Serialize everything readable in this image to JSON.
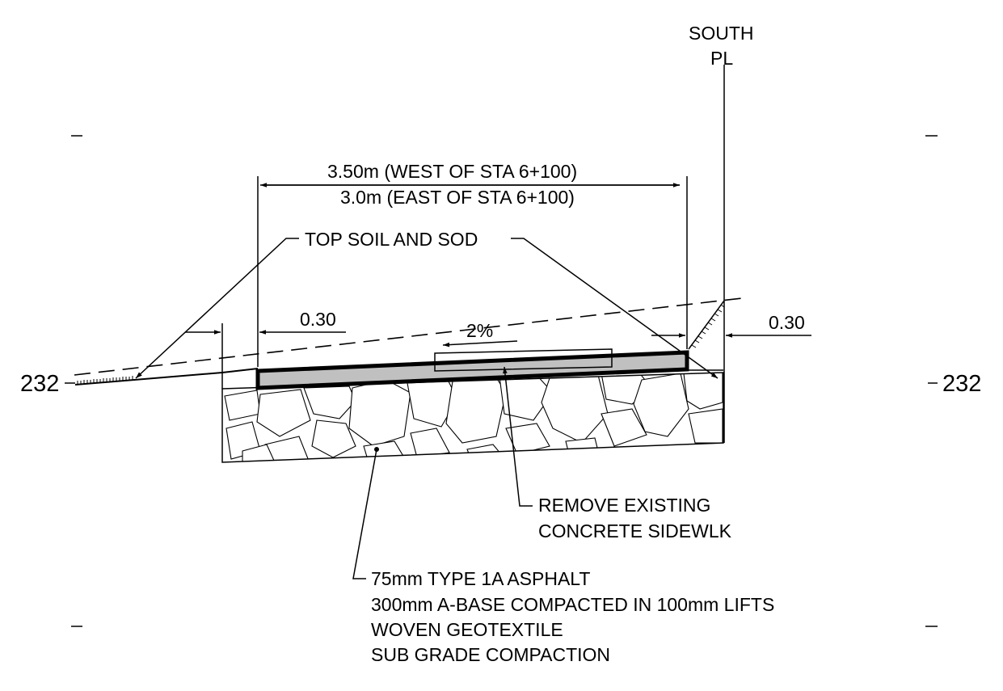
{
  "labels": {
    "south": "SOUTH",
    "pl": "PL",
    "dim_width_line1": "3.50m (WEST OF STA 6+100)",
    "dim_width_line2": "3.0m (EAST OF STA 6+100)",
    "top_soil": "TOP SOIL AND SOD",
    "dim_left_offset": "0.30",
    "dim_right_offset": "0.30",
    "slope": "2%",
    "elev_left": "232",
    "elev_right": "232",
    "remove_line1": "REMOVE EXISTING",
    "remove_line2": "CONCRETE SIDEWLK",
    "spec_line1": "75mm TYPE 1A ASPHALT",
    "spec_line2": "300mm A-BASE COMPACTED IN 100mm LIFTS",
    "spec_line3": "WOVEN GEOTEXTILE",
    "spec_line4": "SUB GRADE COMPACTION"
  },
  "colors": {
    "line": "#000000",
    "asphalt_fill": "#c0c0c0",
    "background": "#ffffff"
  }
}
